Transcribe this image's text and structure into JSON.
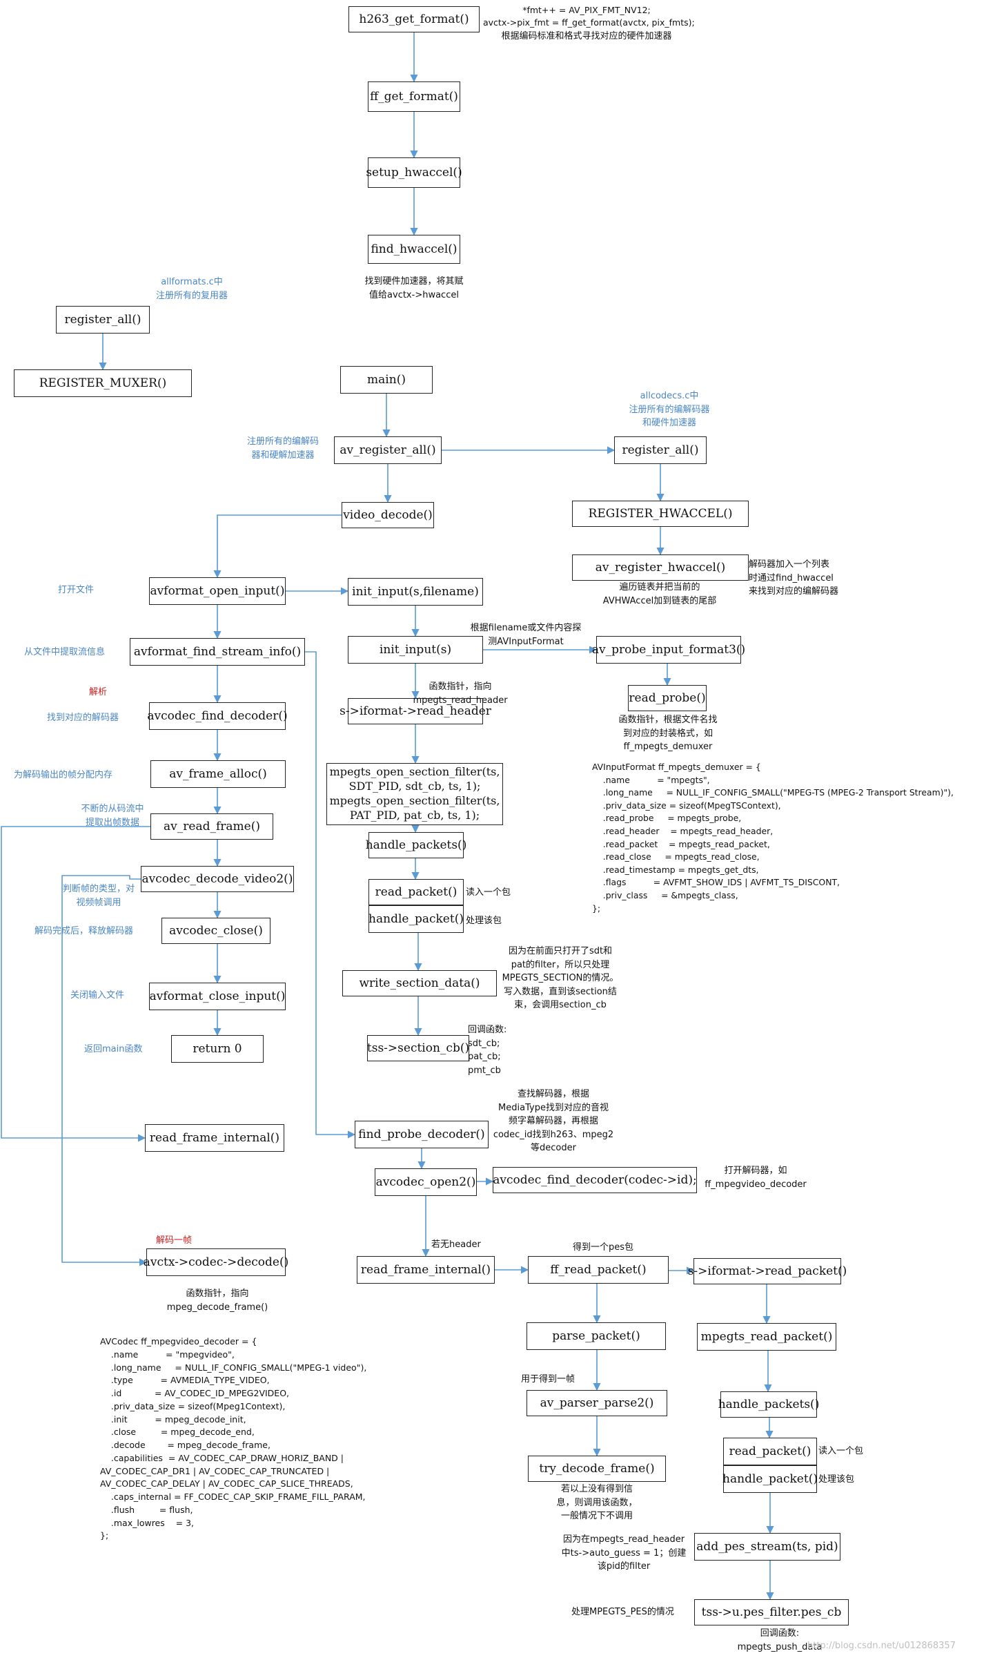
{
  "boxes": {
    "h263_get_format": "h263_get_format()",
    "ff_get_format": "ff_get_format()",
    "setup_hwaccel": "setup_hwaccel()",
    "find_hwaccel": "find_hwaccel()",
    "register_all_left": "register_all()",
    "register_muxer": "REGISTER_MUXER()",
    "main": "main()",
    "av_register_all": "av_register_all()",
    "register_all_right": "register_all()",
    "register_hwaccel": "REGISTER_HWACCEL()",
    "av_register_hwaccel": "av_register_hwaccel()",
    "video_decode": "video_decode()",
    "avformat_open_input": "avformat_open_input()",
    "init_input_filename": "init_input(s,filename)",
    "avformat_find_stream_info": "avformat_find_stream_info()",
    "init_input_s": "init_input(s)",
    "av_probe_input_format3": "av_probe_input_format3()",
    "read_probe": "read_probe()",
    "read_header": "s->iformat->read_header",
    "avcodec_find_decoder": "avcodec_find_decoder()",
    "av_frame_alloc": "av_frame_alloc()",
    "mpegts_open_section_filter": "mpegts_open_section_filter(ts,\nSDT_PID, sdt_cb, ts, 1);\nmpegts_open_section_filter(ts,\nPAT_PID, pat_cb, ts, 1);",
    "av_read_frame": "av_read_frame()",
    "handle_packets_1": "handle_packets()",
    "avcodec_decode_video2": "avcodec_decode_video2()",
    "read_packet_1": "read_packet()",
    "handle_packet_1": "handle_packet()",
    "avcodec_close": "avcodec_close()",
    "write_section_data": "write_section_data()",
    "avformat_close_input": "avformat_close_input()",
    "tss_section_cb": "tss->section_cb()",
    "return_0": "return 0",
    "read_frame_internal_1": "read_frame_internal()",
    "find_probe_decoder": "find_probe_decoder()",
    "avcodec_open2": "avcodec_open2()",
    "avcodec_find_decoder_id": "avcodec_find_decoder(codec->id);",
    "avctx_codec_decode": "avctx->codec->decode()",
    "read_frame_internal_2": "read_frame_internal()",
    "ff_read_packet": "ff_read_packet()",
    "s_iformat_read_packet": "s->iformat->read_packet()",
    "parse_packet": "parse_packet()",
    "mpegts_read_packet": "mpegts_read_packet()",
    "av_parser_parse2": "av_parser_parse2()",
    "handle_packets_2": "handle_packets()",
    "try_decode_frame": "try_decode_frame()",
    "read_packet_2": "read_packet()",
    "handle_packet_2": "handle_packet()",
    "add_pes_stream": "add_pes_stream(ts, pid)",
    "pes_cb": "tss->u.pes_filter.pes_cb"
  },
  "notes": {
    "fmt_note": "*fmt++ = AV_PIX_FMT_NV12;\navctx->pix_fmt = ff_get_format(avctx, pix_fmts);",
    "fmt_note_cn": "根据编码标准和格式寻找对应的硬件加速器",
    "find_hwaccel_note": "找到硬件加速器，将其赋\n值给avctx->hwaccel",
    "allformats_note": "allformats.c中\n注册所有的复用器",
    "allcodecs_note": "allcodecs.c中\n注册所有的编解码器\n和硬件加速器",
    "register_codecs_note": "注册所有的编解码\n器和硬解加速器",
    "hwaccel_list_note": "解码器加入一个列表\n时通过find_hwaccel\n来找到对应的编解码器",
    "hwaccel_traverse_note": "遍历链表并把当前的\nAVHWAccel加到链表的尾部",
    "open_file": "打开文件",
    "probe_note": "根据filename或文件内容探\n测AVInputFormat",
    "extract_stream_info": "从文件中提取流信息",
    "func_ptr_note": "函数指针，指向\nmpegts_read_header",
    "parse_label": "解析",
    "find_decoder_label": "找到对应的解码器",
    "read_probe_note": "函数指针，根据文件名找\n到对应的封装格式，如\nff_mpegts_demuxer",
    "alloc_label": "为解码输出的帧分配内存",
    "read_frames_label": "不断的从码流中\n提取出帧数据",
    "judge_frame_label": "判断帧的类型，对\n视频帧调用",
    "read_one_packet_1": "读入一个包",
    "handle_this_1": "处理该包",
    "close_decoder_label": "解码完成后，释放解码器",
    "sdt_note": "因为在前面只打开了sdt和\npat的filter，所以只处理\nMPEGTS_SECTION的情况。\n写入数据，直到该section结\n束，会调用section_cb",
    "close_input_label": "关闭输入文件",
    "callback_note": "回调函数:\nsdt_cb;\npat_cb;\npmt_cb",
    "return_main_label": "返回main函数",
    "find_decoder_note": "查找解码器，根据\nMediaType找到对应的音视\n频字幕解码器，再根据\ncodec_id找到h263、mpeg2\n等decoder",
    "open_decoder_note": "打开解码器，如\nff_mpegvideo_decoder",
    "decode_one_frame": "解码一帧",
    "no_header_note": "若无header",
    "got_pes_note": "得到一个pes包",
    "decode_ptr_note": "函数指针，指向\nmpeg_decode_frame()",
    "get_frame_note": "用于得到一帧",
    "read_one_packet_2": "读入一个包",
    "handle_this_2": "处理该包",
    "try_decode_note": "若以上没有得到信\n息，则调用该函数，\n一般情况下不调用",
    "auto_guess_note": "因为在mpegts_read_header\n中ts->auto_guess = 1；创建\n该pid的filter",
    "mpegts_pes_note": "处理MPEGTS_PES的情况",
    "push_data_note": "回调函数:\nmpegts_push_data"
  },
  "code_blocks": {
    "demuxer": "AVInputFormat ff_mpegts_demuxer = {\n    .name          = \"mpegts\",\n    .long_name     = NULL_IF_CONFIG_SMALL(\"MPEG-TS (MPEG-2 Transport Stream)\"),\n    .priv_data_size = sizeof(MpegTSContext),\n    .read_probe     = mpegts_probe,\n    .read_header    = mpegts_read_header,\n    .read_packet    = mpegts_read_packet,\n    .read_close     = mpegts_read_close,\n    .read_timestamp = mpegts_get_dts,\n    .flags          = AVFMT_SHOW_IDS | AVFMT_TS_DISCONT,\n    .priv_class     = &mpegts_class,\n};",
    "decoder": "AVCodec ff_mpegvideo_decoder = {\n    .name          = \"mpegvideo\",\n    .long_name     = NULL_IF_CONFIG_SMALL(\"MPEG-1 video\"),\n    .type          = AVMEDIA_TYPE_VIDEO,\n    .id            = AV_CODEC_ID_MPEG2VIDEO,\n    .priv_data_size = sizeof(Mpeg1Context),\n    .init          = mpeg_decode_init,\n    .close         = mpeg_decode_end,\n    .decode        = mpeg_decode_frame,\n    .capabilities  = AV_CODEC_CAP_DRAW_HORIZ_BAND |\nAV_CODEC_CAP_DR1 | AV_CODEC_CAP_TRUNCATED |\nAV_CODEC_CAP_DELAY | AV_CODEC_CAP_SLICE_THREADS,\n    .caps_internal = FF_CODEC_CAP_SKIP_FRAME_FILL_PARAM,\n    .flush         = flush,\n    .max_lowres    = 3,\n};"
  },
  "watermark": "http://blog.csdn.net/u012868357",
  "colors": {
    "connector": "#5b9bd5",
    "box_border": "#222222",
    "blue_label": "#4a86c6",
    "red_label": "#c81e1e"
  }
}
